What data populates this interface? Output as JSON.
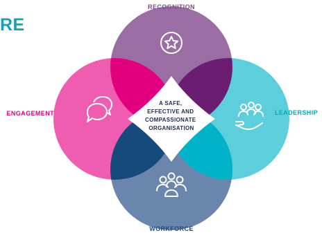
{
  "page": {
    "fragment_text": "RE"
  },
  "diagram": {
    "centre": {
      "lines": [
        "A SAFE,",
        "EFFECTIVE AND",
        "COMPASSIONATE",
        "ORGANISATION"
      ]
    },
    "circles": {
      "recognition": {
        "label": "RECOGNITION",
        "color": "#9a6ea3",
        "icon": "star-icon"
      },
      "engagement": {
        "label": "ENGAGEMENT",
        "color": "#ef5db0",
        "icon": "chat-bubbles-icon"
      },
      "leadership": {
        "label": "LEADERSHIP",
        "color": "#5ccedc",
        "icon": "people-in-hand-icon"
      },
      "workforce": {
        "label": "WORKFORCE",
        "color": "#6a86ad",
        "icon": "group-icon"
      }
    },
    "overlaps": {
      "recognition_engagement": "#e2007f",
      "recognition_leadership": "#6b1d72",
      "engagement_workforce": "#164a7c",
      "leadership_workforce": "#00b3c8"
    },
    "label_colors": {
      "recognition": "#7a4d86",
      "engagement": "#e2007f",
      "leadership": "#00aabf",
      "workforce": "#1c4a7c"
    },
    "centre_fill": "#ffffff",
    "centre_text_color": "#1f2d4a"
  }
}
